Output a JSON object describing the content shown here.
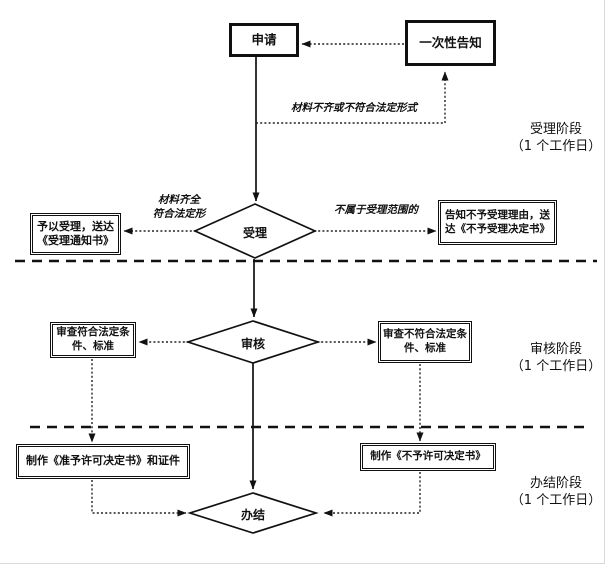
{
  "nodes": {
    "apply": {
      "label": "申请"
    },
    "one_time_notice": {
      "label": "一次性告知"
    },
    "accept": {
      "label": "受理"
    },
    "grant_accept": {
      "line1": "予以受理，送达",
      "line2": "《受理通知书》"
    },
    "notify_reject": {
      "line1": "告知不予受理理由，送",
      "line2": "达《不予受理决定书》"
    },
    "review": {
      "label": "审核"
    },
    "review_pass": {
      "line1": "审查符合法定条",
      "line2": "件、标准"
    },
    "review_fail": {
      "line1": "审查不符合法定条",
      "line2": "件、标准"
    },
    "make_permit": {
      "label": "制作《准予许可决定书》和证件"
    },
    "make_deny": {
      "label": "制作《不予许可决定书》"
    },
    "finish": {
      "label": "办结"
    }
  },
  "edge_labels": {
    "materials_incomplete": "材料不齐或不符合法定形式",
    "materials_complete_line1": "材料齐全",
    "materials_complete_line2": "符合法定形",
    "out_of_scope": "不属于受理范围的"
  },
  "stage_labels": {
    "accept": {
      "line1": "受理阶段",
      "line2": "（1 个工作日）"
    },
    "review": {
      "line1": "审核阶段",
      "line2": "（1 个工作日）"
    },
    "finish": {
      "line1": "办结阶段",
      "line2": "（1 个工作日）"
    }
  },
  "colors": {
    "ink": "#111111",
    "background": "#ffffff"
  }
}
